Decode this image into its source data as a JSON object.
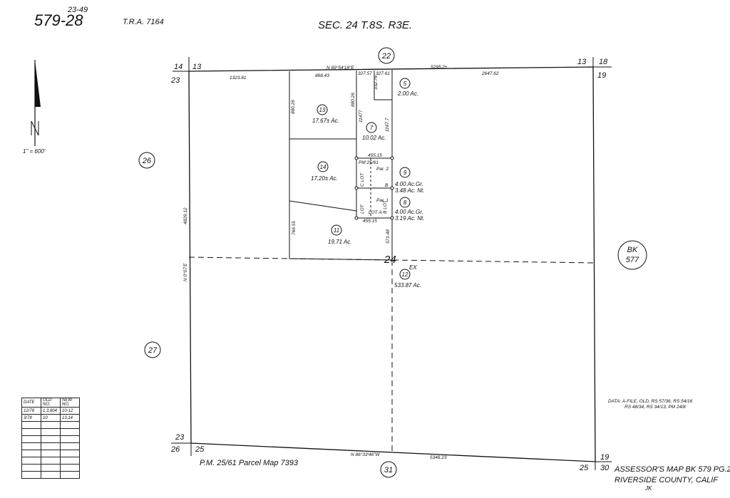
{
  "header": {
    "map_number": "579-28",
    "map_prefix": "23-49",
    "tra": "T.R.A. 7164",
    "section": "SEC. 24 T.8S. R3E."
  },
  "scale": "1\" = 600'",
  "corner_numbers": {
    "tl_a": "14",
    "tl_b": "13",
    "tl_c": "23",
    "tr_a": "13",
    "tr_b": "18",
    "tr_c": "19",
    "bl_a": "23",
    "bl_b": "26",
    "bl_c": "25",
    "br_a": "19",
    "br_b": "25",
    "br_c": "30"
  },
  "adjacent_sections": {
    "north": "22",
    "west_upper": "26",
    "west_lower": "27",
    "south": "31",
    "center": "24"
  },
  "book_ref": {
    "line1": "BK",
    "line2": "577"
  },
  "dimensions": {
    "top_bearing": "N 89°54'18\"E",
    "top_total": "5295.2±",
    "top_right": "2647.62",
    "top_left": "1323.81",
    "p13_top": "868.43",
    "p7_top": "327.57",
    "p5_top": "327.61",
    "p5_side": "332.76",
    "p13_side": "880.26",
    "p7_side_a": "880.26",
    "p7_side_b": "11477",
    "p7_side_c": "1187.7",
    "lot_top": "455.15",
    "lot_bottom": "455.15",
    "p11_side": "766.55",
    "p11_side_b": "571.48",
    "west_side": "4829.12",
    "west_bearing": "N 0°07'E",
    "bottom_bearing": "N 86°33'46\"W",
    "bottom_total": "5346.23"
  },
  "parcels": [
    {
      "id": "5",
      "area": "2.00 Ac."
    },
    {
      "id": "13",
      "area": "17.67± Ac."
    },
    {
      "id": "7",
      "area": "10.02 Ac."
    },
    {
      "id": "14",
      "area": "17.20± Ac."
    },
    {
      "id": "9",
      "area": "4.00 Ac.Gr.",
      "area2": "3.48 Ac. Nt."
    },
    {
      "id": "8",
      "area": "4.00 Ac.Gr.",
      "area2": "3.19 Ac. Nt."
    },
    {
      "id": "11",
      "area": "19.71 Ac."
    },
    {
      "id": "12",
      "area": "533.87 Ac.",
      "prefix": "EX"
    }
  ],
  "lot_labels": {
    "pm_ref": "PM 25/61",
    "par2": "Par. 2",
    "par1": "Par. 1",
    "lot_c": "C LOT",
    "lot": "LOT",
    "lot_b": "B LOT",
    "lot_a": "LOT A",
    "lot_mid": "B"
  },
  "date_table": {
    "headers": [
      "DATE",
      "OLD NO.",
      "NEW NO."
    ],
    "rows": [
      [
        "12/78",
        "1,3,804",
        "10-12"
      ],
      [
        "3/78",
        "10",
        "13,14"
      ],
      [
        "",
        "",
        ""
      ],
      [
        "",
        "",
        ""
      ],
      [
        "",
        "",
        ""
      ],
      [
        "",
        "",
        ""
      ],
      [
        "",
        "",
        ""
      ],
      [
        "",
        "",
        ""
      ],
      [
        "",
        "",
        ""
      ],
      [
        "",
        "",
        ""
      ]
    ]
  },
  "data_note": {
    "line1": "DATA: A-FILE, OLD, RS 57/36, RS 54/16",
    "line2": "RS 48/34, RS 34/13, PM 24/8"
  },
  "footer": {
    "parcel_map": "P.M. 25/61 Parcel Map 7393",
    "assessor_line1": "ASSESSOR'S MAP BK 579 PG.28",
    "assessor_line2": "RIVERSIDE COUNTY, CALIF",
    "initials": "JK"
  },
  "colors": {
    "ink": "#111111",
    "paper": "#ffffff"
  }
}
